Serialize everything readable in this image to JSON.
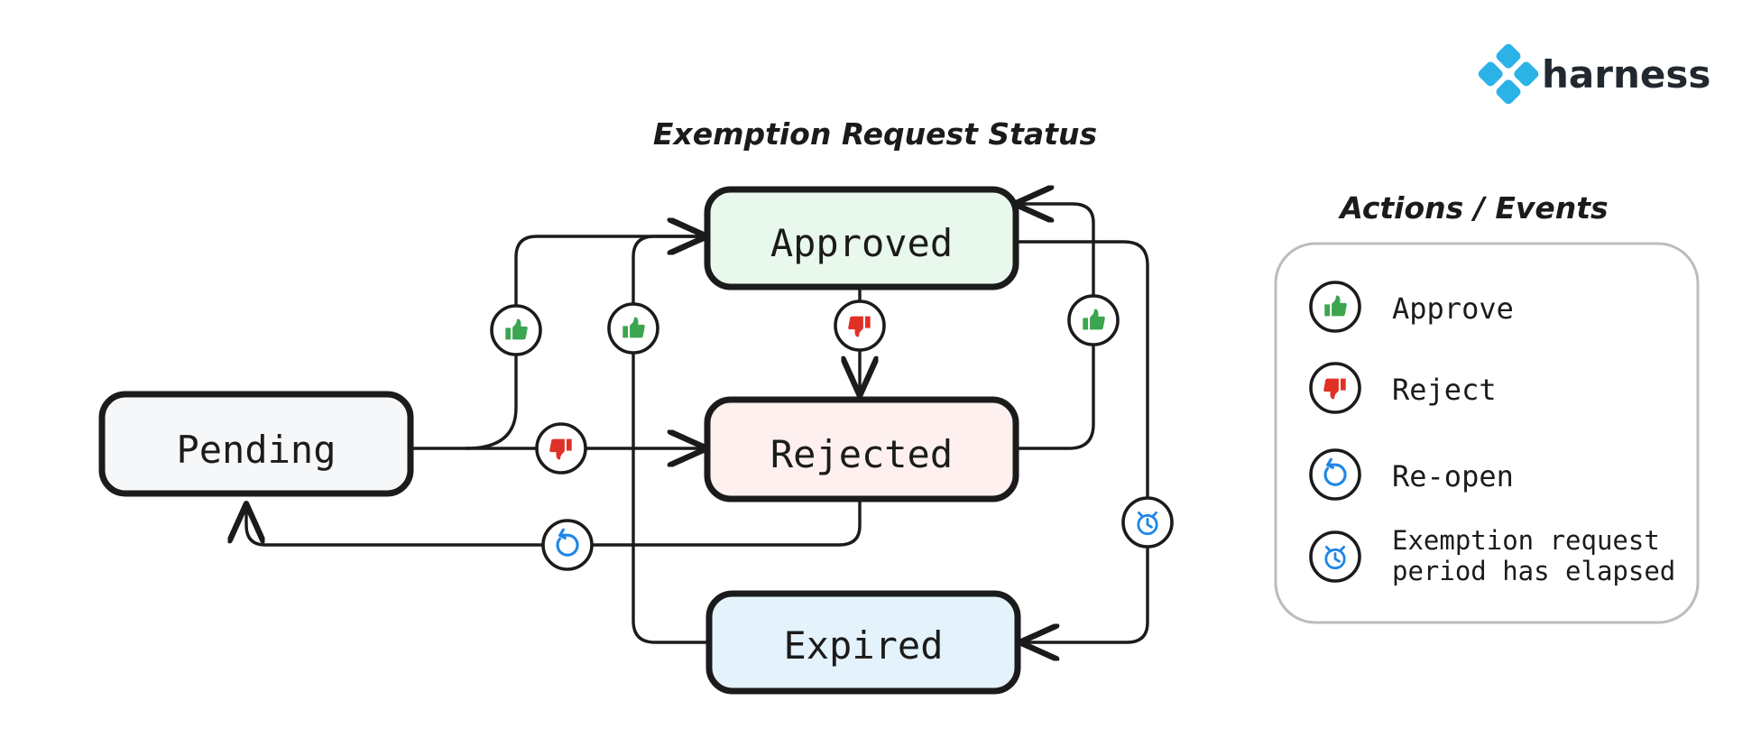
{
  "brand": {
    "name": "harness",
    "logo_icon": "harness-diamond-logo-icon",
    "logo_color": "#2BB3E8",
    "wordmark_color": "#22282F"
  },
  "diagram": {
    "title": "Exemption Request Status",
    "states": [
      {
        "id": "pending",
        "label": "Pending",
        "fill": "#f5f7f9",
        "stroke": "#1b1b1b"
      },
      {
        "id": "approved",
        "label": "Approved",
        "fill": "#e8f8ec",
        "stroke": "#1b1b1b"
      },
      {
        "id": "rejected",
        "label": "Rejected",
        "fill": "#fdf0ee",
        "stroke": "#1b1b1b"
      },
      {
        "id": "expired",
        "label": "Expired",
        "fill": "#e4f2fb",
        "stroke": "#1b1b1b"
      }
    ],
    "transitions": [
      {
        "from": "pending",
        "to": "approved",
        "action": "approve",
        "icon": "thumbs-up-icon"
      },
      {
        "from": "pending",
        "to": "rejected",
        "action": "reject",
        "icon": "thumbs-down-icon"
      },
      {
        "from": "approved",
        "to": "rejected",
        "action": "reject",
        "icon": "thumbs-down-icon"
      },
      {
        "from": "rejected",
        "to": "approved",
        "action": "approve",
        "icon": "thumbs-up-icon"
      },
      {
        "from": "expired",
        "to": "approved",
        "action": "approve",
        "icon": "thumbs-up-icon"
      },
      {
        "from": "rejected",
        "to": "pending",
        "action": "re-open",
        "icon": "reopen-icon"
      },
      {
        "from": "approved",
        "to": "expired",
        "action": "exemption request period has elapsed",
        "icon": "alarm-clock-icon"
      }
    ]
  },
  "legend": {
    "title": "Actions / Events",
    "items": [
      {
        "icon": "thumbs-up-icon",
        "icon_color": "#3BA550",
        "label": "Approve"
      },
      {
        "icon": "thumbs-down-icon",
        "icon_color": "#E03127",
        "label": "Reject"
      },
      {
        "icon": "reopen-icon",
        "icon_color": "#1E87E5",
        "label": "Re-open"
      },
      {
        "icon": "alarm-clock-icon",
        "icon_color": "#1E87E5",
        "label_line1": "Exemption request",
        "label_line2": "period has elapsed"
      }
    ]
  }
}
